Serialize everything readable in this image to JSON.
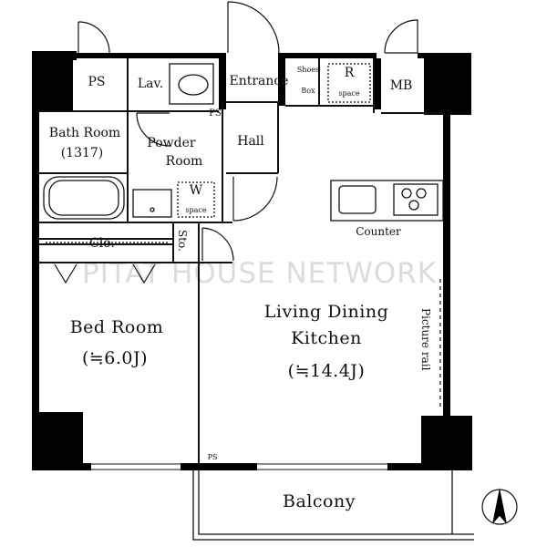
{
  "rooms": {
    "ps_top": "PS",
    "lav": "Lav.",
    "entrance": "Entrance",
    "shoes_box_1": "Shoes",
    "shoes_box_2": "Box",
    "r_space_r": "R",
    "r_space_s": "space",
    "mb": "MB",
    "ps_small": "PS",
    "bath_room": "Bath Room",
    "bath_size": "(1317)",
    "powder_room_1": "Powder",
    "powder_room_2": "Room",
    "hall": "Hall",
    "w_space_w": "W",
    "w_space_s": "space",
    "counter": "Counter",
    "clo": "Clo.",
    "sto": "Sto.",
    "bed_room": "Bed Room",
    "bed_size": "(≒6.0J)",
    "ldk_1": "Living Dining",
    "ldk_2": "Kitchen",
    "ldk_size": "(≒14.4J)",
    "picture_rail": "Picture rail",
    "ps_bottom": "PS",
    "balcony": "Balcony"
  },
  "watermark": "PITAT HOUSE NETWORK",
  "colors": {
    "wall": "#000000",
    "line": "#111111",
    "watermark": "#000000"
  }
}
